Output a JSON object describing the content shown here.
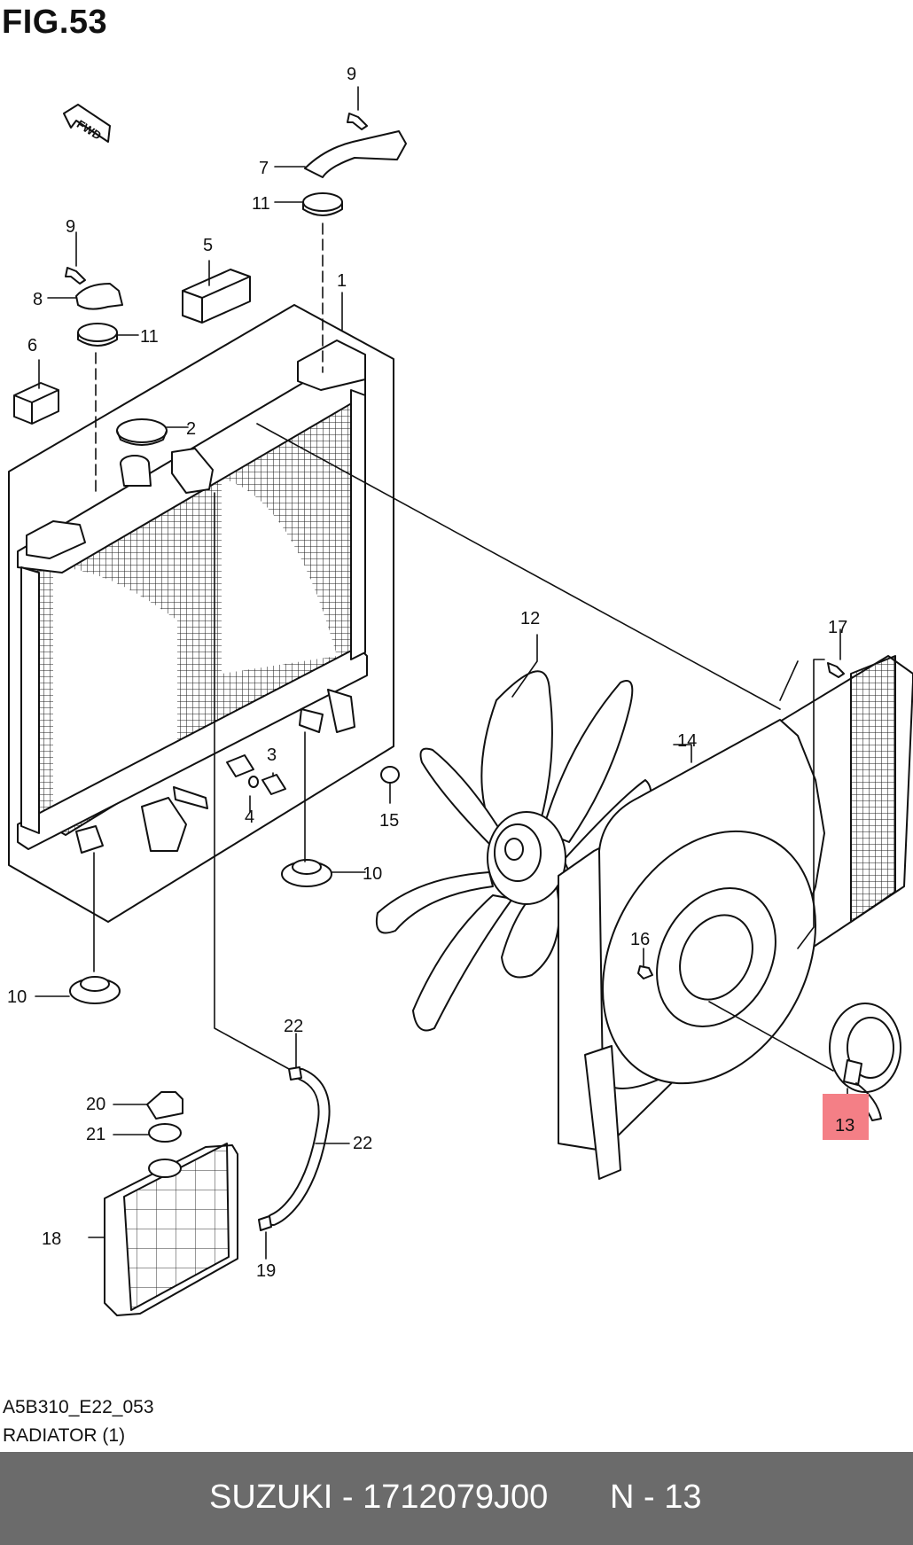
{
  "figure": {
    "title": "FIG.53",
    "fwd_label": "FWD"
  },
  "callouts": [
    {
      "id": "c1",
      "label": "1"
    },
    {
      "id": "c2",
      "label": "2"
    },
    {
      "id": "c3",
      "label": "3"
    },
    {
      "id": "c4",
      "label": "4"
    },
    {
      "id": "c5",
      "label": "5"
    },
    {
      "id": "c6",
      "label": "6"
    },
    {
      "id": "c7",
      "label": "7"
    },
    {
      "id": "c8",
      "label": "8"
    },
    {
      "id": "c9a",
      "label": "9"
    },
    {
      "id": "c9b",
      "label": "9"
    },
    {
      "id": "c10a",
      "label": "10"
    },
    {
      "id": "c10b",
      "label": "10"
    },
    {
      "id": "c11a",
      "label": "11"
    },
    {
      "id": "c11b",
      "label": "11"
    },
    {
      "id": "c12",
      "label": "12"
    },
    {
      "id": "c13",
      "label": "13"
    },
    {
      "id": "c14",
      "label": "14"
    },
    {
      "id": "c15",
      "label": "15"
    },
    {
      "id": "c16",
      "label": "16"
    },
    {
      "id": "c17",
      "label": "17"
    },
    {
      "id": "c18",
      "label": "18"
    },
    {
      "id": "c19",
      "label": "19"
    },
    {
      "id": "c20",
      "label": "20"
    },
    {
      "id": "c21",
      "label": "21"
    },
    {
      "id": "c22a",
      "label": "22"
    },
    {
      "id": "c22b",
      "label": "22"
    }
  ],
  "highlight": {
    "label": "13",
    "color": "#f47f86"
  },
  "image_code": "A5B310_E22_053",
  "caption": "RADIATOR (1)",
  "footer": {
    "brand_part": "SUZUKI - 1712079J00",
    "page": "N - 13",
    "background": "#6b6b6b"
  }
}
